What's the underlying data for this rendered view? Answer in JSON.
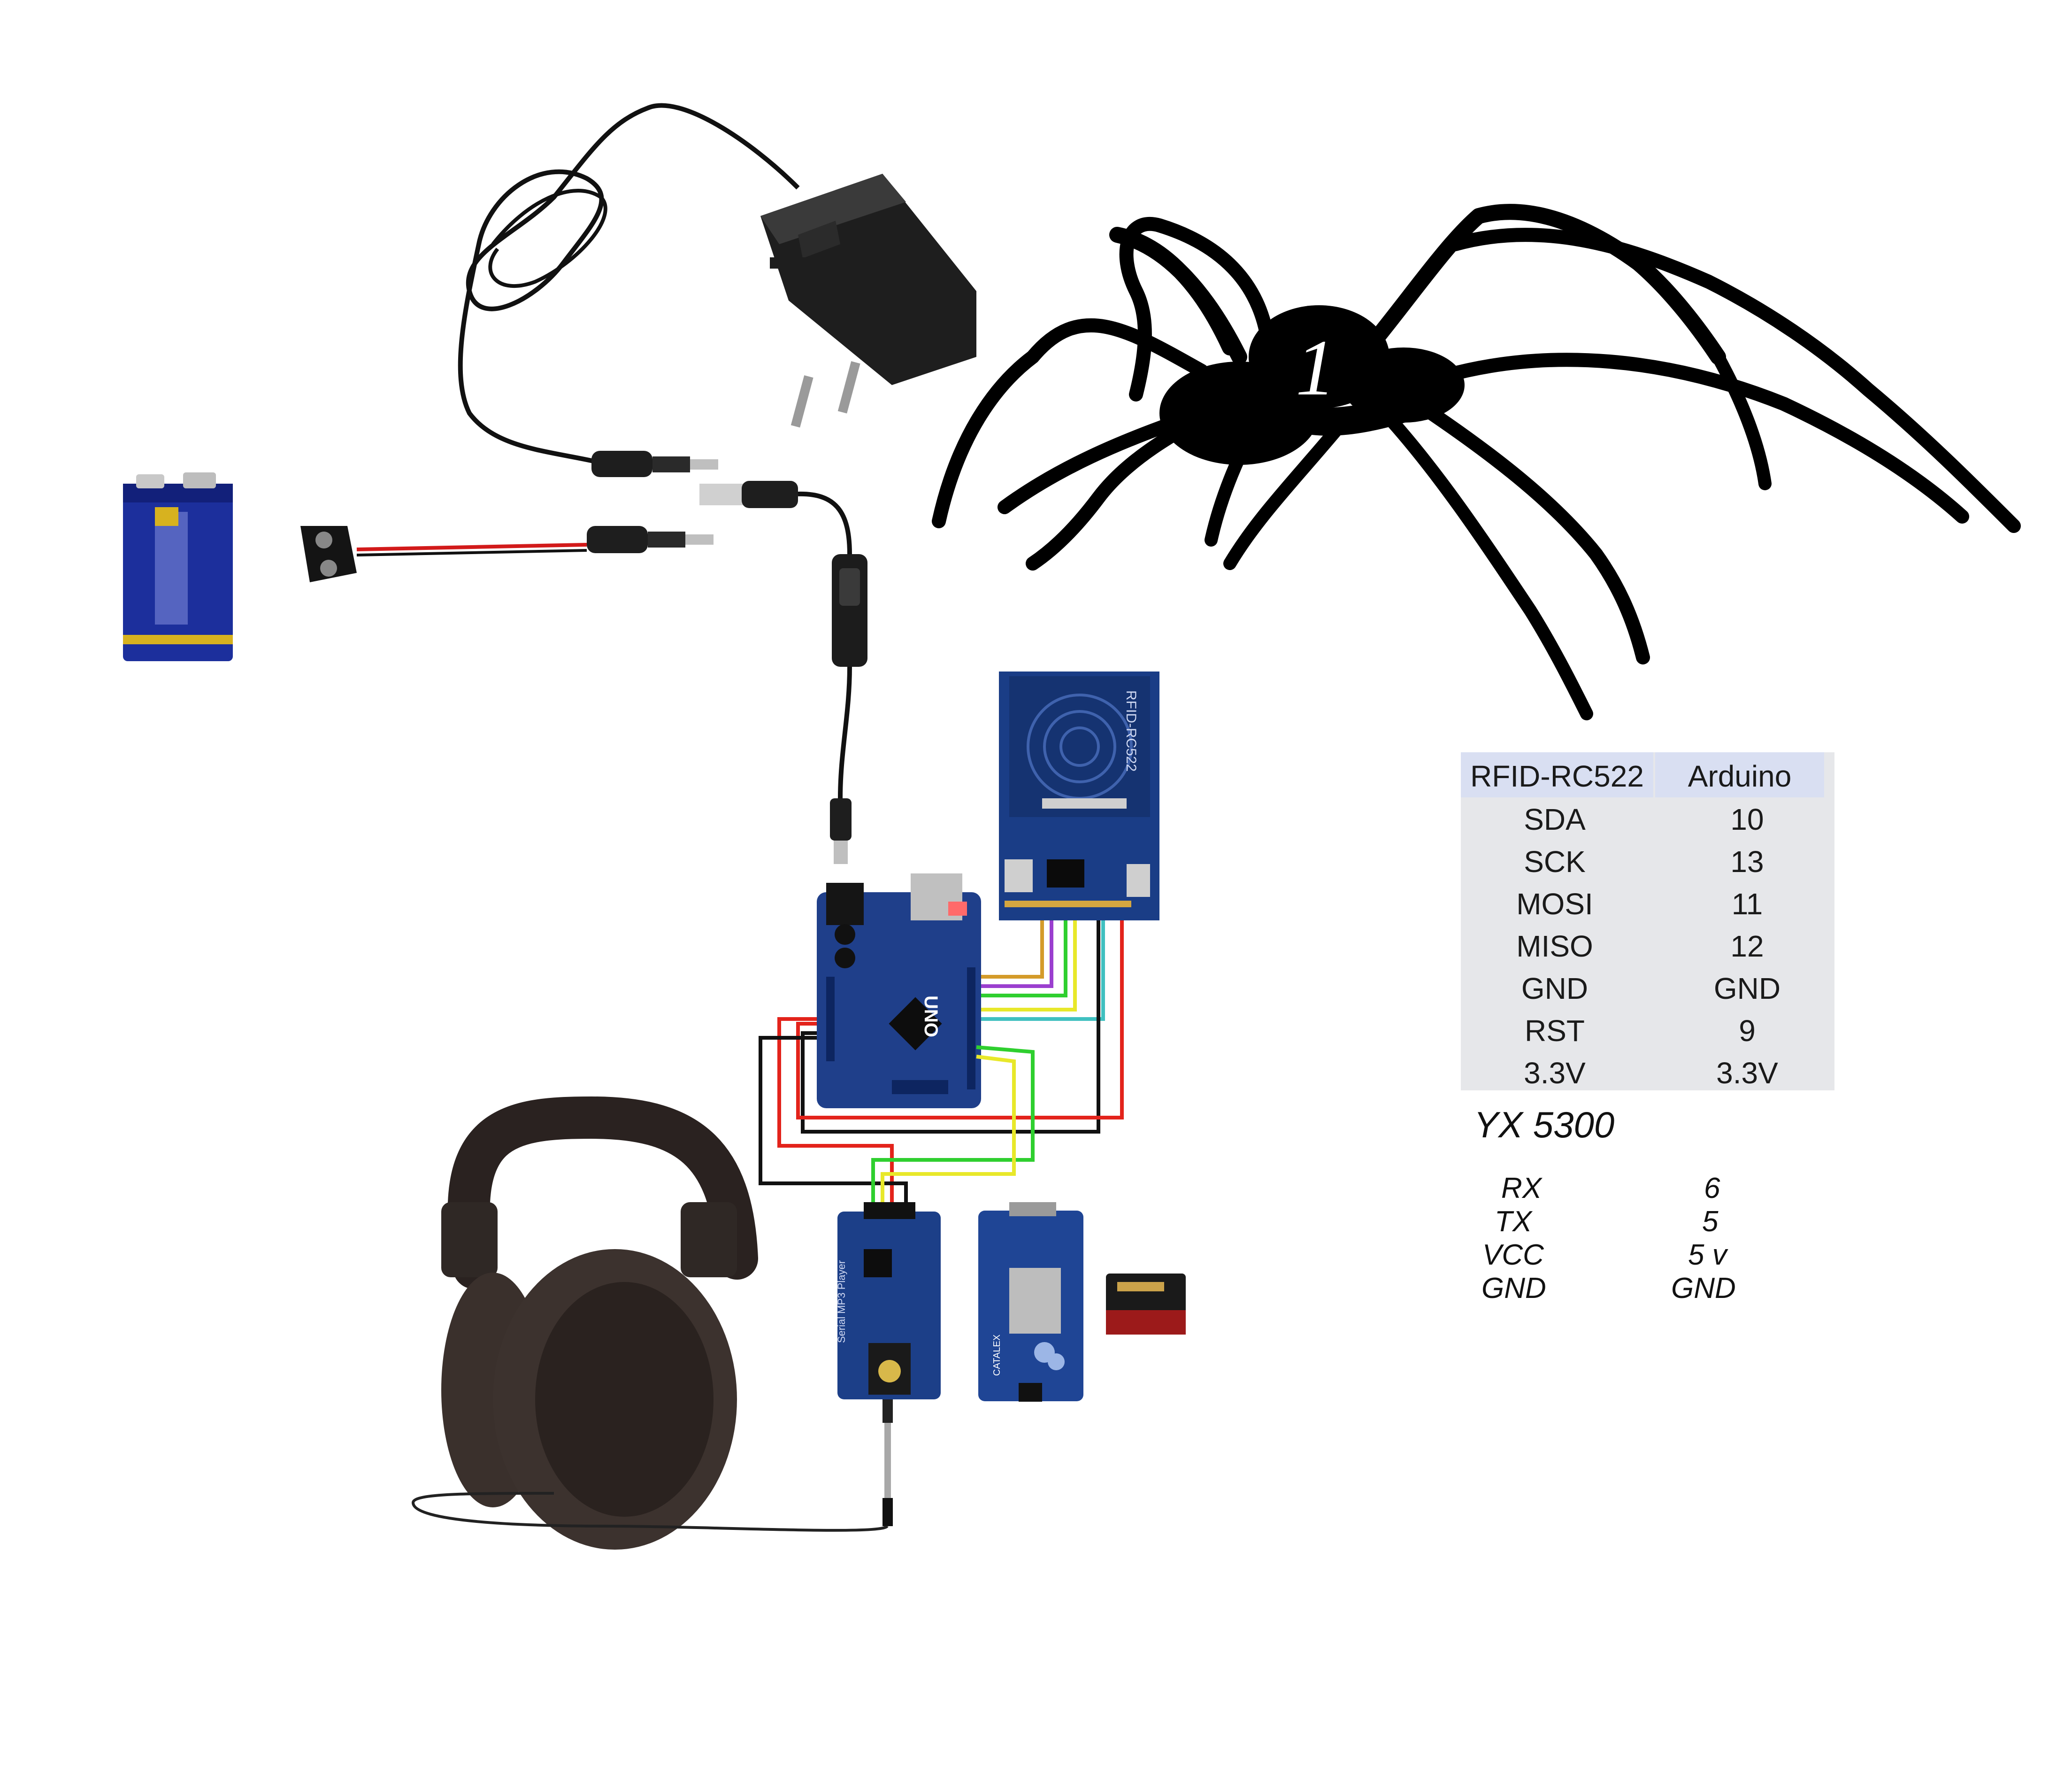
{
  "colors": {
    "board_blue": "#1f3f8a",
    "board_dark": "#0d2560",
    "wire_red": "#e3231b",
    "wire_black": "#111111",
    "wire_green": "#2fcf2f",
    "wire_yellow": "#e8e82a",
    "wire_purple": "#9b3fcf",
    "battery_blue": "#1c2f9c",
    "battery_gold": "#d7b21f"
  },
  "icons": [
    "spider-icon",
    "power-adapter-icon",
    "battery-9v-icon",
    "battery-clip-icon",
    "power-switch-cable-icon",
    "arduino-uno-icon",
    "rfid-module-icon",
    "mp3-module-front-icon",
    "mp3-module-back-icon",
    "sd-card-icon",
    "headphones-icon"
  ],
  "spider": {
    "marker": "1"
  },
  "boards": {
    "arduino_label": "UNO",
    "rfid_label": "RFID-RC522",
    "mp3_label": "Serial MP3 Player",
    "catalex_label": "CATALEX"
  },
  "rfid_table": {
    "headers": [
      "RFID-RC522",
      "Arduino"
    ],
    "rows": [
      [
        "SDA",
        "10"
      ],
      [
        "SCK",
        "13"
      ],
      [
        "MOSI",
        "11"
      ],
      [
        "MISO",
        "12"
      ],
      [
        "GND",
        "GND"
      ],
      [
        "RST",
        "9"
      ],
      [
        "3.3V",
        "3.3V"
      ]
    ]
  },
  "yx_table": {
    "title": "YX  5300",
    "rows": [
      [
        "RX",
        "6"
      ],
      [
        "TX",
        "5"
      ],
      [
        "VCC",
        "5 v"
      ],
      [
        "GND",
        "GND"
      ]
    ]
  }
}
